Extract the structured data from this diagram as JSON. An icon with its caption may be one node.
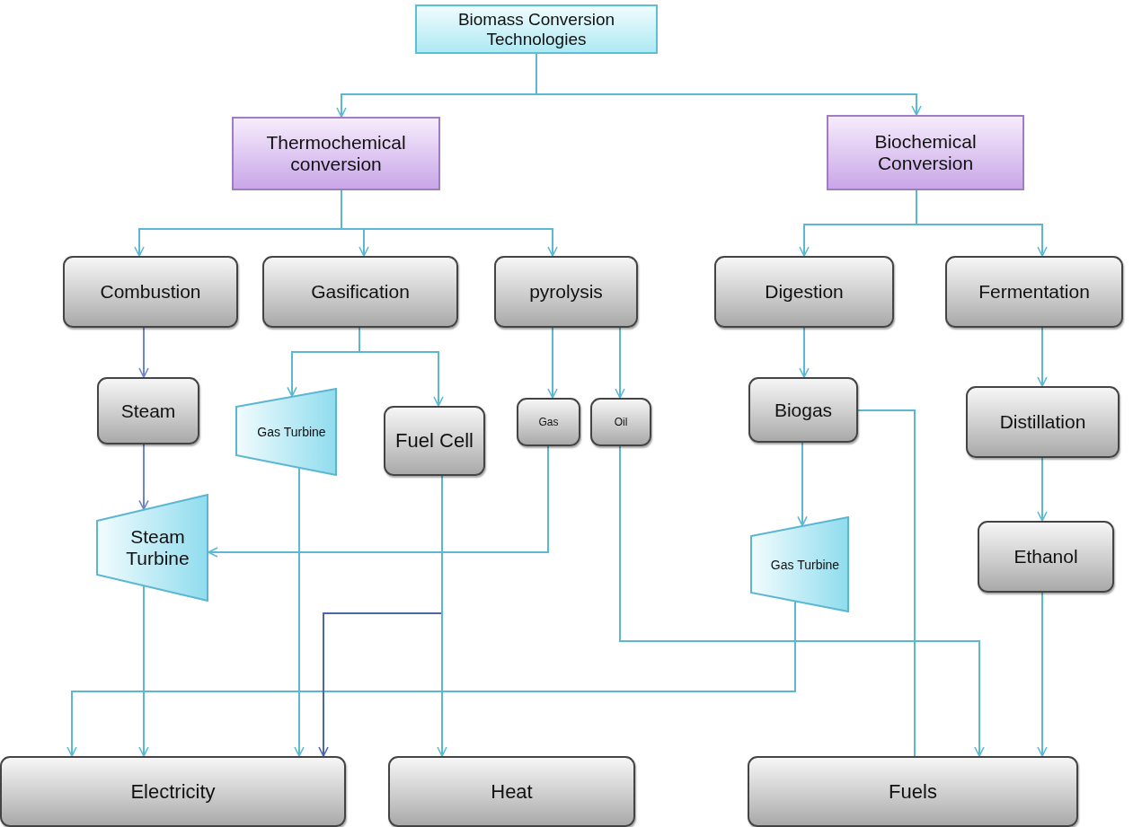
{
  "diagram": {
    "nodes": [
      {
        "text": [
          "Biomass Conversion Technologies"
        ]
      },
      {
        "text": [
          "Thermochemical conversion"
        ]
      },
      {
        "text": [
          "Biochemical Conversion"
        ]
      },
      {
        "text": [
          "Combustion"
        ]
      },
      {
        "text": [
          "Gasification"
        ]
      },
      {
        "text": [
          "pyrolysis"
        ]
      },
      {
        "text": [
          "Digestion"
        ]
      },
      {
        "text": [
          "Fermentation"
        ]
      },
      {
        "text": [
          "Steam"
        ]
      },
      {
        "text": [
          "Gas Turbine"
        ]
      },
      {
        "text": [
          "Fuel Cell"
        ]
      },
      {
        "text": [
          "Gas"
        ]
      },
      {
        "text": [
          "Oil"
        ]
      },
      {
        "text": [
          "Biogas"
        ]
      },
      {
        "text": [
          "Distillation"
        ]
      },
      {
        "text": [
          "Steam Turbine"
        ]
      },
      {
        "text": [
          "Gas Turbine"
        ]
      },
      {
        "text": [
          "Ethanol"
        ]
      },
      {
        "text": [
          "Electricity"
        ]
      },
      {
        "text": [
          "Heat"
        ]
      },
      {
        "text": [
          "Fuels"
        ]
      }
    ],
    "edges": [
      {
        "from": 0,
        "to": 1,
        "arrow": "to"
      },
      {
        "from": 0,
        "to": 2,
        "arrow": "to"
      },
      {
        "from": 1,
        "to": 3,
        "arrow": "to"
      },
      {
        "from": 1,
        "to": 4,
        "arrow": "to"
      },
      {
        "from": 1,
        "to": 5,
        "arrow": "to"
      },
      {
        "from": 2,
        "to": 6,
        "arrow": "to"
      },
      {
        "from": 2,
        "to": 7,
        "arrow": "to"
      },
      {
        "from": 3,
        "to": 8,
        "arrow": "to",
        "color": "#6f86c6"
      },
      {
        "from": 8,
        "to": 15,
        "arrow": "to",
        "color": "#6f86c6"
      },
      {
        "from": 4,
        "to": 9,
        "arrow": "to"
      },
      {
        "from": 4,
        "to": 10,
        "arrow": "to"
      },
      {
        "from": 5,
        "to": 11,
        "arrow": "to"
      },
      {
        "from": 5,
        "to": 12,
        "arrow": "to"
      },
      {
        "from": 11,
        "to": 15,
        "arrow": "to"
      },
      {
        "from": 6,
        "to": 13,
        "arrow": "to"
      },
      {
        "from": 7,
        "to": 14,
        "arrow": "to"
      },
      {
        "from": 13,
        "to": 16,
        "arrow": "to"
      },
      {
        "from": 14,
        "to": 17,
        "arrow": "to"
      },
      {
        "from": 16,
        "to": 18,
        "arrow": "to"
      },
      {
        "from": 15,
        "to": 18,
        "arrow": "to"
      },
      {
        "from": 9,
        "to": 18,
        "arrow": "to"
      },
      {
        "from": 10,
        "to": 18,
        "arrow": "to",
        "color": "#4a66a8"
      },
      {
        "from": 10,
        "to": 19,
        "arrow": "to"
      },
      {
        "from": 12,
        "to": 20,
        "arrow": "to"
      },
      {
        "from": 13,
        "to": 20,
        "arrow": "none"
      },
      {
        "from": 17,
        "to": 20,
        "arrow": "to"
      }
    ]
  }
}
